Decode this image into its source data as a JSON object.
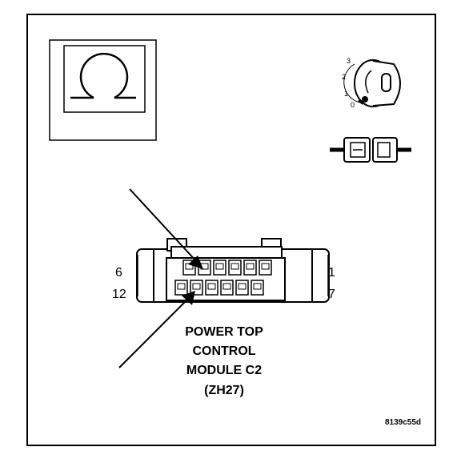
{
  "symbol": {
    "icon": "ohmmeter-omega-icon"
  },
  "ignition": {
    "icon": "ignition-key-icon",
    "positions": [
      "3",
      "2",
      "1",
      "0"
    ]
  },
  "connector_icon": "disconnect-connector-icon",
  "connector": {
    "pin_left_top": "6",
    "pin_left_bottom": "12",
    "pin_right_top": "1",
    "pin_right_bottom": "7"
  },
  "caption": {
    "line1": "POWER TOP",
    "line2": "CONTROL",
    "line3": "MODULE C2",
    "line4": "(ZH27)"
  },
  "reference": "8139c55d"
}
